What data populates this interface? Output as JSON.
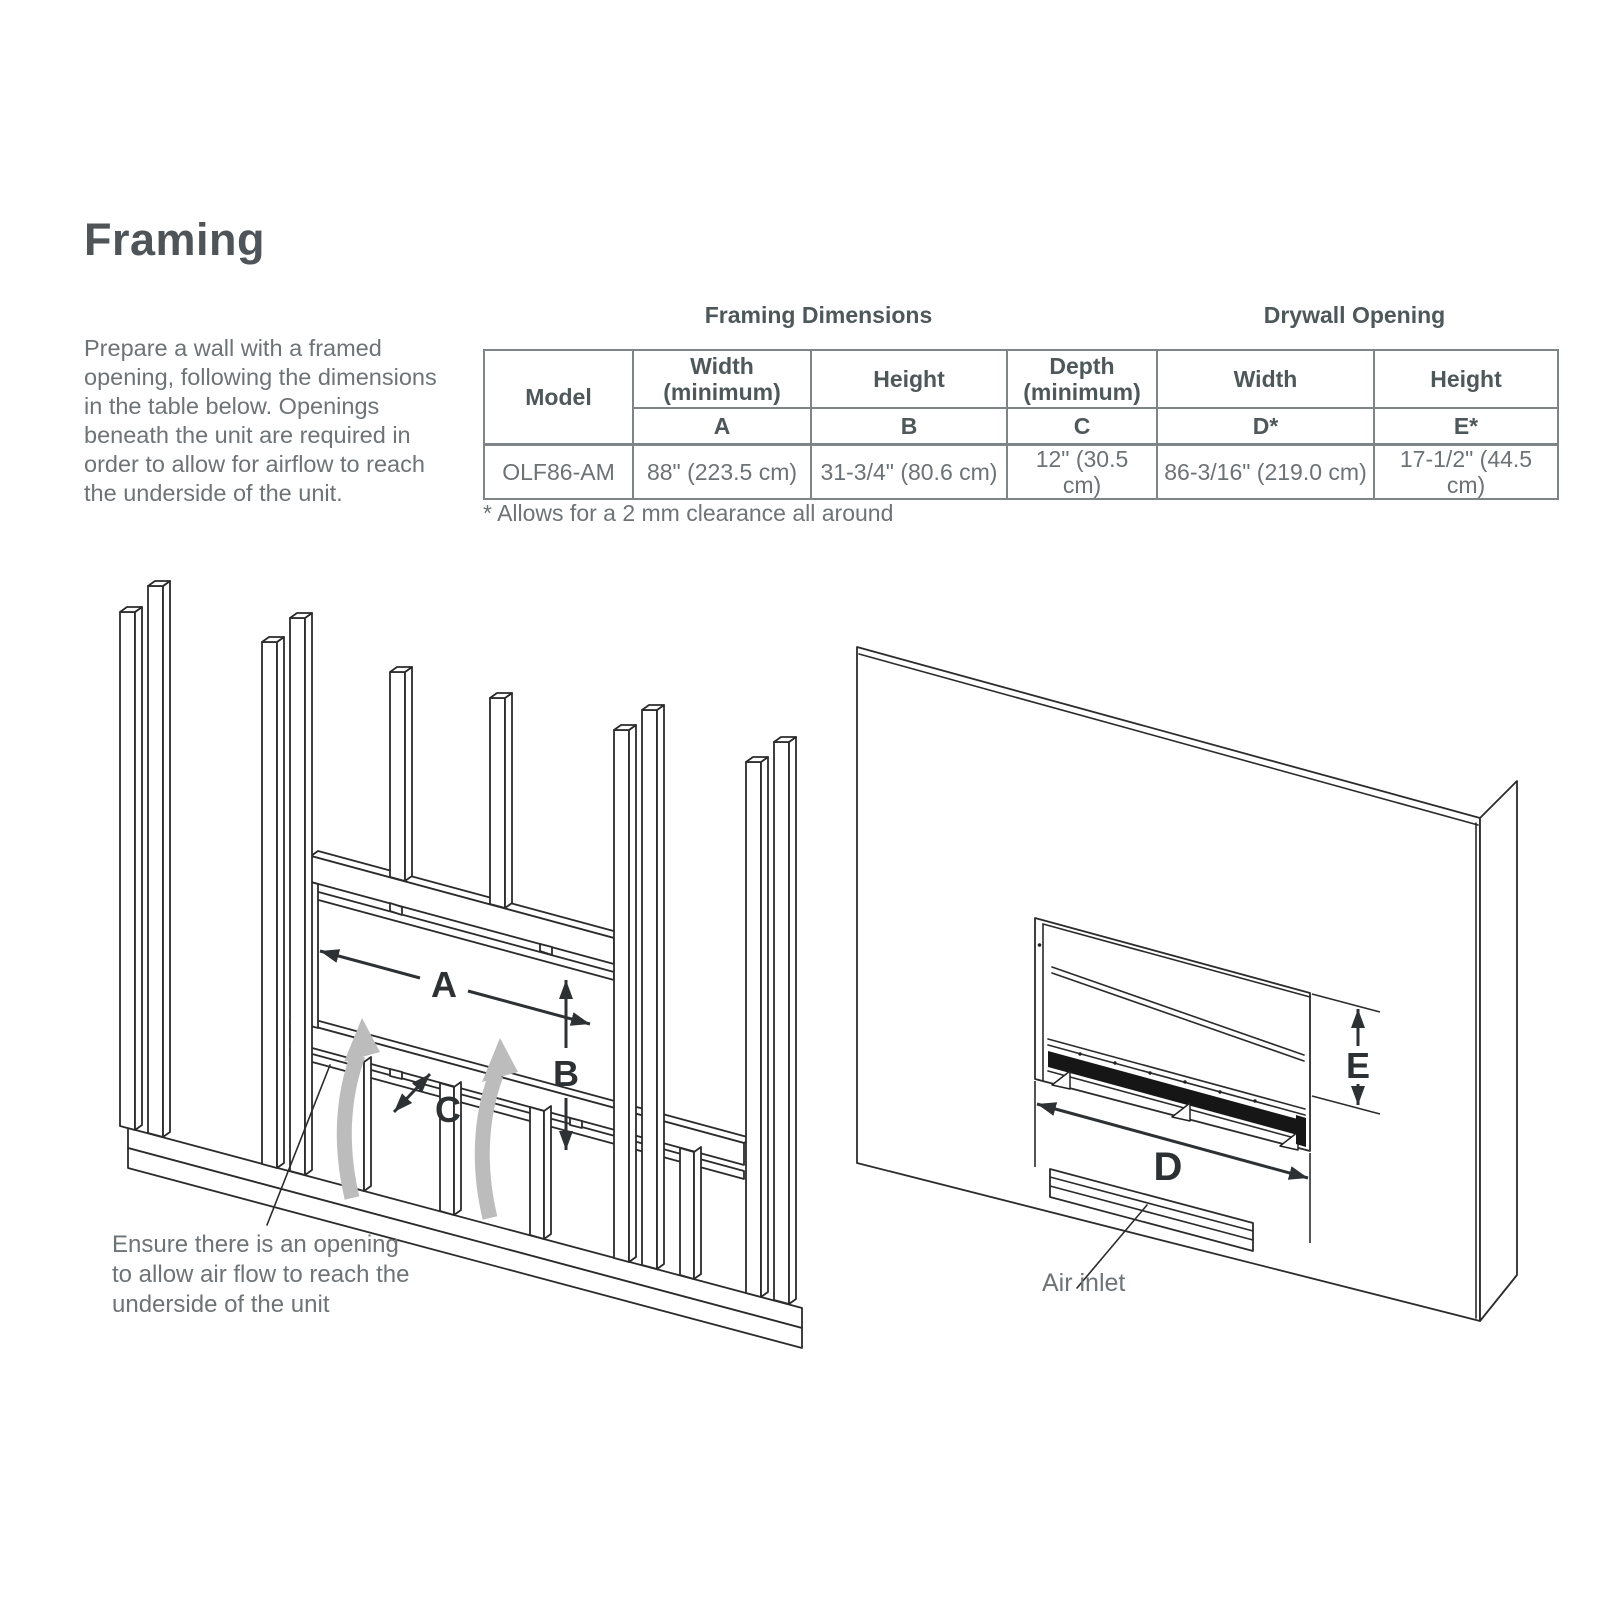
{
  "page": {
    "title": "Framing"
  },
  "colors": {
    "heading": "#4e5457",
    "body_text": "#6d7376",
    "table_border": "#7f8486",
    "line_art": "#2b2b2b",
    "dimension_label": "#2d3134",
    "airflow_arrow": "#bcbcbc"
  },
  "intro": {
    "lines": [
      "Prepare a wall with a framed",
      "opening, following the dimensions",
      "in the table below. Openings",
      "beneath the unit are required in",
      "order to allow for airflow to reach",
      "the underside of the unit."
    ]
  },
  "table": {
    "group_headers": {
      "framing": "Framing Dimensions",
      "drywall": "Drywall Opening"
    },
    "headers": {
      "model": "Model",
      "width_min_1": "Width",
      "width_min_2": "(minimum)",
      "height_framing": "Height",
      "depth_min_1": "Depth",
      "depth_min_2": "(minimum)",
      "width_drywall": "Width",
      "height_drywall": "Height"
    },
    "sub": {
      "a": "A",
      "b": "B",
      "c": "C",
      "d": "D*",
      "e": "E*"
    },
    "row": {
      "model": "OLF86-AM",
      "a": "88\" (223.5 cm)",
      "b": "31-3/4\" (80.6 cm)",
      "c": "12\" (30.5 cm)",
      "d": "86-3/16\" (219.0 cm)",
      "e": "17-1/2\" (44.5 cm)"
    },
    "footnote": "* Allows for a 2 mm clearance all around"
  },
  "framing_diagram": {
    "labels": {
      "a": "A",
      "b": "B",
      "c": "C"
    },
    "caption_lines": [
      "Ensure there is an opening",
      "to allow air flow to reach the",
      "underside of the unit"
    ]
  },
  "drywall_diagram": {
    "labels": {
      "d": "D",
      "e": "E"
    },
    "air_inlet": "Air inlet"
  }
}
